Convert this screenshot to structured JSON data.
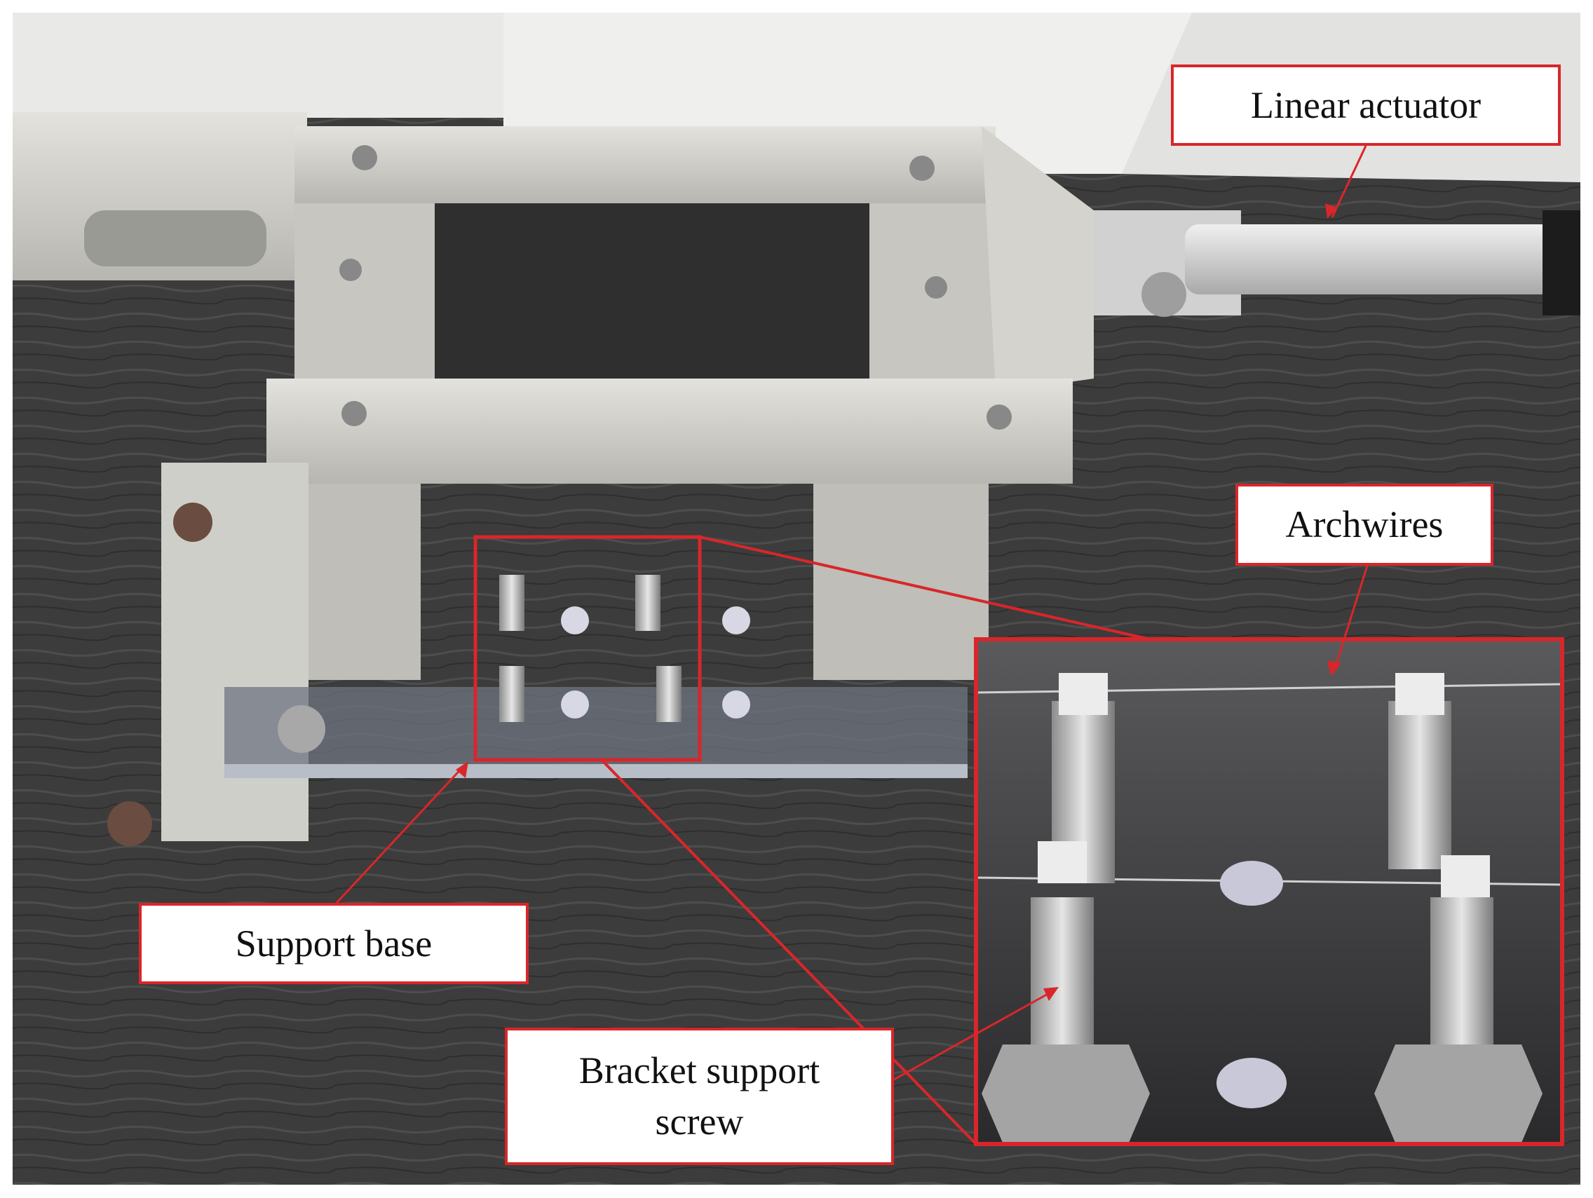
{
  "colors": {
    "annotation": "#d9262a",
    "background": "#3b3b3b",
    "aluminum": "#c9c8c2"
  },
  "annotations": {
    "linear_actuator": "Linear actuator",
    "archwires": "Archwires",
    "support_base": "Support base",
    "bracket_support_screw_line1": "Bracket support",
    "bracket_support_screw_line2": "screw"
  }
}
